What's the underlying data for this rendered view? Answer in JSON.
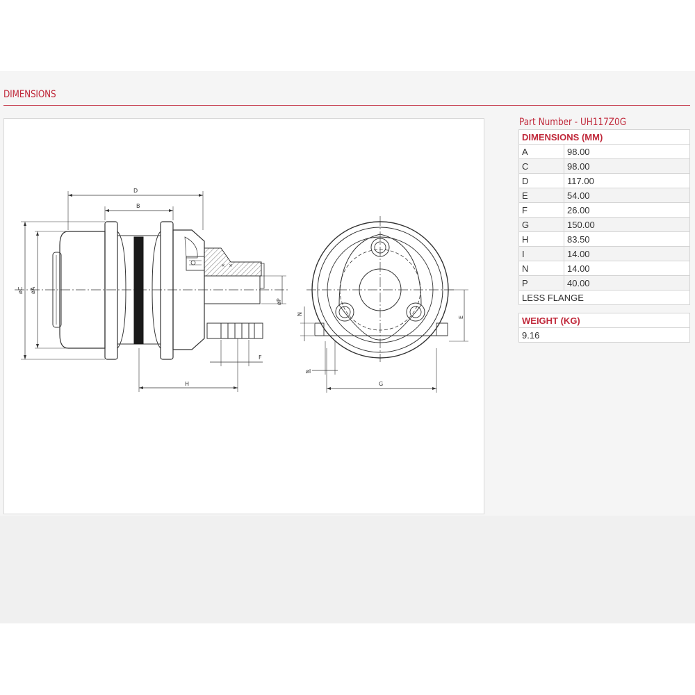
{
  "section": {
    "title": "DIMENSIONS"
  },
  "part": {
    "title": "Part Number - UH117Z0G"
  },
  "dimensions": {
    "header": "DIMENSIONS (MM)",
    "rows": [
      {
        "key": "A",
        "value": "98.00"
      },
      {
        "key": "C",
        "value": "98.00"
      },
      {
        "key": "D",
        "value": "117.00"
      },
      {
        "key": "E",
        "value": "54.00"
      },
      {
        "key": "F",
        "value": "26.00"
      },
      {
        "key": "G",
        "value": "150.00"
      },
      {
        "key": "H",
        "value": "83.50"
      },
      {
        "key": "I",
        "value": "14.00"
      },
      {
        "key": "N",
        "value": "14.00"
      },
      {
        "key": "P",
        "value": "40.00"
      }
    ],
    "note": "LESS FLANGE"
  },
  "weight": {
    "header": "WEIGHT (KG)",
    "value": "9.16"
  },
  "drawing_labels": {
    "d": "D",
    "b": "B",
    "c": "øC",
    "a": "øA",
    "p": "øP",
    "f": "F",
    "h": "H",
    "n": "N",
    "e": "E",
    "i": "øI",
    "g": "G"
  },
  "colors": {
    "accent": "#c0283a",
    "line": "#333333"
  }
}
